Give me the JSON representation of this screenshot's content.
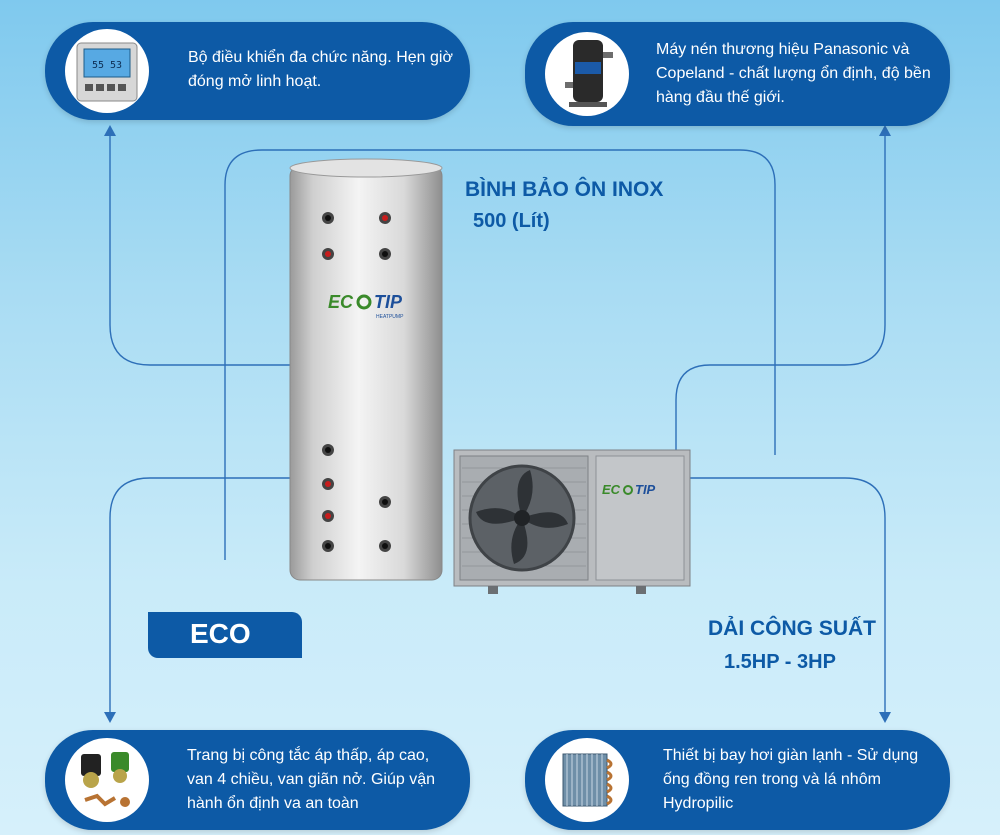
{
  "features": {
    "controller": "Bộ điều khiển đa chức năng. Hẹn giờ đóng mở linh hoạt.",
    "compressor": "Máy nén thương hiệu Panasonic và Copeland - chất lượng ổn định, độ bền hàng đầu thế giới.",
    "valves": "Trang bị công tắc áp thấp, áp cao, van 4 chiều, van giãn nở. Giúp vận hành ổn định va an toàn",
    "evaporator": "Thiết bị bay hơi giàn lạnh - Sử dụng ống đồng ren trong và lá nhôm Hydropilic"
  },
  "tank": {
    "title": "BÌNH BẢO ÔN INOX",
    "capacity": "500 (Lít)"
  },
  "power": {
    "title": "DẢI CÔNG SUẤT",
    "range": "1.5HP - 3HP"
  },
  "model_tag": "ECO",
  "controller_display": "55  53",
  "brand": {
    "name_a": "EC",
    "name_b": "TIP",
    "sub": "HEATPUMP"
  },
  "colors": {
    "primary": "#0d5aa6",
    "line": "#2d6fb8",
    "logo_green": "#3a8a2a"
  }
}
